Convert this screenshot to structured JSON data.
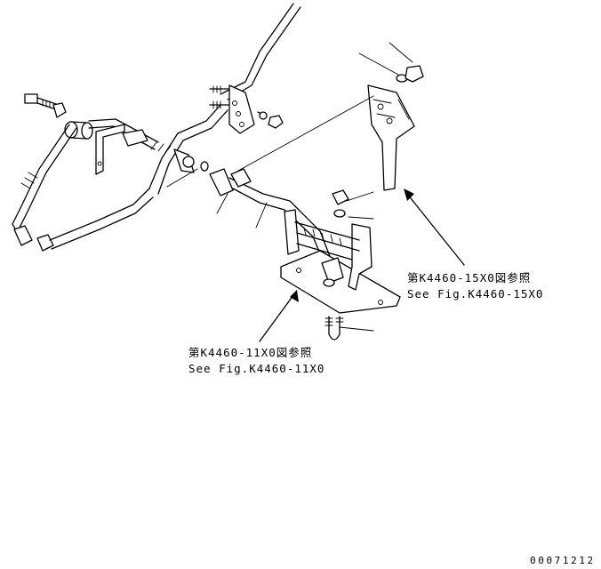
{
  "callouts": {
    "upper_right": {
      "jp": "第K4460-15X0図参照",
      "en": "See Fig.K4460-15X0"
    },
    "lower_center": {
      "jp": "第K4460-11X0図参照",
      "en": "See Fig.K4460-11X0"
    }
  },
  "drawing_code": "00071212"
}
